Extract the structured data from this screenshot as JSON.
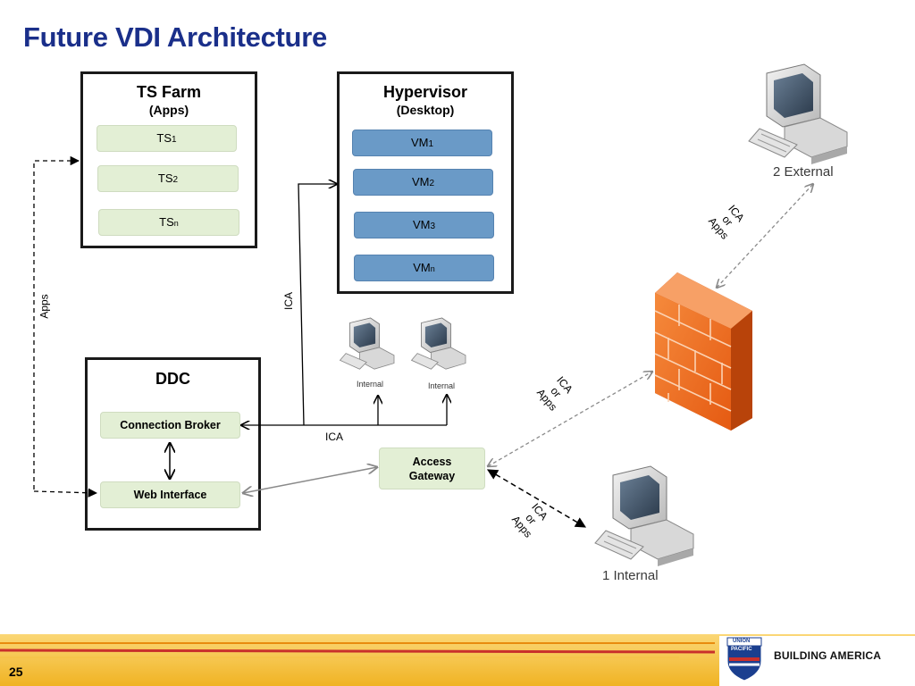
{
  "title": "Future VDI Architecture",
  "ts_farm": {
    "title": "TS Farm",
    "subtitle": "(Apps)",
    "items": [
      {
        "base": "TS",
        "sub": "1"
      },
      {
        "base": "TS",
        "sub": "2"
      },
      {
        "base": "TS",
        "sub": "n"
      }
    ]
  },
  "hypervisor": {
    "title": "Hypervisor",
    "subtitle": "(Desktop)",
    "items": [
      {
        "base": "VM",
        "sub": "1"
      },
      {
        "base": "VM",
        "sub": "2"
      },
      {
        "base": "VM",
        "sub": "3"
      },
      {
        "base": "VM",
        "sub": "n"
      }
    ]
  },
  "ddc": {
    "title": "DDC",
    "connection_broker": "Connection Broker",
    "web_interface": "Web Interface"
  },
  "access_gateway": {
    "line1": "Access",
    "line2": "Gateway"
  },
  "labels": {
    "apps_vertical": "Apps",
    "ica_vertical": "ICA",
    "ica_horizontal": "ICA",
    "internal_1": "Internal",
    "internal_2": "Internal",
    "external_caption": "2 External",
    "internal_caption": "1 Internal",
    "ica_or_apps_1": [
      "ICA",
      "or",
      "Apps"
    ],
    "ica_or_apps_2": [
      "ICA",
      "or",
      "Apps"
    ],
    "ica_or_apps_3": [
      "ICA",
      "or",
      "Apps"
    ]
  },
  "footer": {
    "page_number": "25",
    "brand": "BUILDING AMERICA",
    "logo_top": "UNION",
    "logo_bottom": "PACIFIC"
  },
  "colors": {
    "title": "#1a2f8a",
    "green_pill": "#e3efd5",
    "blue_pill": "#6a9ac7",
    "firewall": "#f26522",
    "footer_gold": "#f0b323"
  }
}
